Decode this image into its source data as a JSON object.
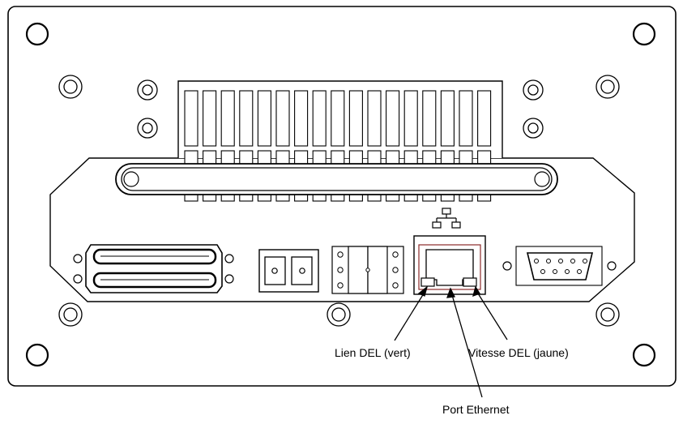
{
  "labels": {
    "link_led": "Lien DEL (vert)",
    "speed_led": "Vitesse DEL (jaune)",
    "ethernet_port": "Port Ethernet"
  },
  "colors": {
    "stroke": "#000000",
    "background": "#ffffff",
    "accent_outline": "#8b2a2a"
  },
  "icons": {
    "network": "network-icon",
    "mounting_screw": "screw-icon"
  }
}
